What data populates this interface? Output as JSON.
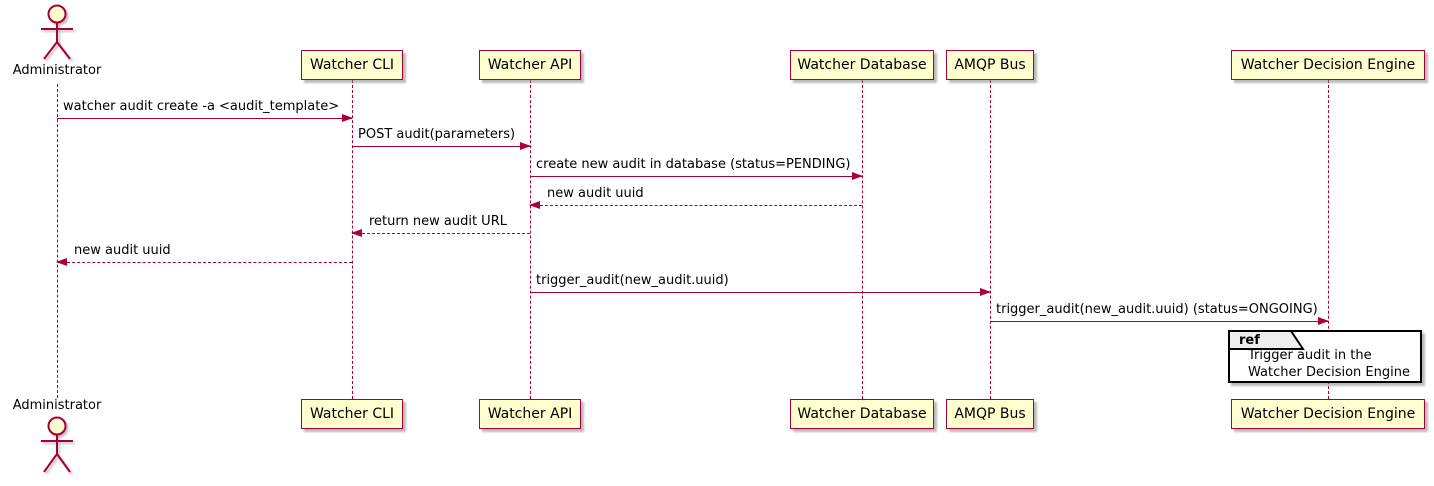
{
  "diagram": {
    "type": "sequence-diagram",
    "actor": {
      "name": "Administrator"
    },
    "participants": [
      {
        "label": "Watcher CLI"
      },
      {
        "label": "Watcher API"
      },
      {
        "label": "Watcher Database"
      },
      {
        "label": "AMQP Bus"
      },
      {
        "label": "Watcher Decision Engine"
      }
    ],
    "messages": [
      {
        "from": "Administrator",
        "to": "Watcher CLI",
        "style": "solid",
        "text": "watcher audit create -a <audit_template>"
      },
      {
        "from": "Watcher CLI",
        "to": "Watcher API",
        "style": "solid",
        "text": "POST audit(parameters)"
      },
      {
        "from": "Watcher API",
        "to": "Watcher Database",
        "style": "solid",
        "text": "create new audit in database (status=PENDING)"
      },
      {
        "from": "Watcher Database",
        "to": "Watcher API",
        "style": "dashed",
        "text": "new audit uuid"
      },
      {
        "from": "Watcher API",
        "to": "Watcher CLI",
        "style": "dashed",
        "text": "return new audit URL"
      },
      {
        "from": "Watcher CLI",
        "to": "Administrator",
        "style": "dashed",
        "text": "new audit uuid"
      },
      {
        "from": "Watcher API",
        "to": "AMQP Bus",
        "style": "solid",
        "text": "trigger_audit(new_audit.uuid)"
      },
      {
        "from": "AMQP Bus",
        "to": "Watcher Decision Engine",
        "style": "solid",
        "text": "trigger_audit(new_audit.uuid) (status=ONGOING)"
      }
    ],
    "ref": {
      "tag": "ref",
      "over": "Watcher Decision Engine",
      "lines": [
        "Trigger audit in the",
        "Watcher Decision Engine"
      ]
    },
    "colors": {
      "stroke": "#A80036",
      "participant_fill": "#FEFECE",
      "text": "#000000",
      "ref_border": "#000000",
      "ref_tab_fill": "#EEEEEE",
      "background": "#FFFFFF"
    }
  }
}
